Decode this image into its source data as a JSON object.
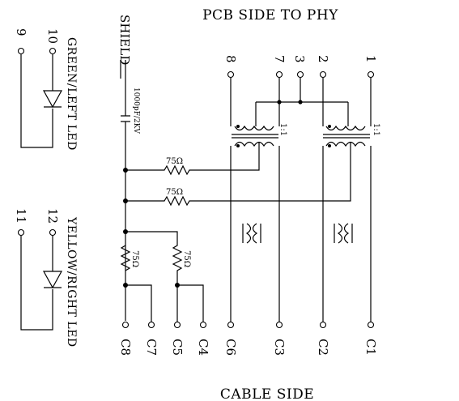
{
  "top_title": "PCB SIDE TO PHY",
  "bottom_title": "CABLE SIDE",
  "shield_label": "SHIELD",
  "cap_label": "1000pF/2KV",
  "resistor_label": "75Ω",
  "ratio_label": "1:1",
  "green_led_label": "GREEN/LEFT LED",
  "yellow_led_label": "YELLOW/RIGHT LED",
  "phy_pins": {
    "p8": "8",
    "p7": "7",
    "p3": "3",
    "p2": "2",
    "p1": "1"
  },
  "led_pins": {
    "p9": "9",
    "p10": "10",
    "p11": "11",
    "p12": "12"
  },
  "cable_pins": {
    "c8": "C8",
    "c7": "C7",
    "c5": "C5",
    "c4": "C4",
    "c6": "C6",
    "c3": "C3",
    "c2": "C2",
    "c1": "C1"
  }
}
